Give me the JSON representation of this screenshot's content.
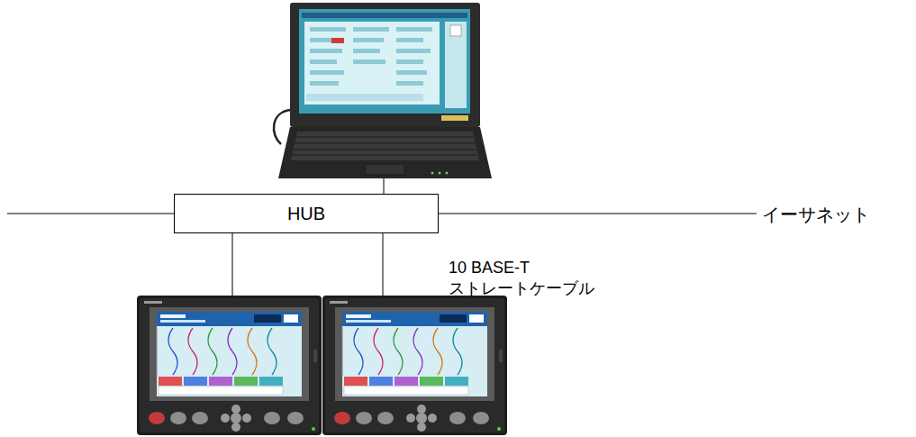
{
  "diagram": {
    "nodes": [
      {
        "text": [
          "HUB"
        ]
      }
    ],
    "labels": [
      "イーサネット",
      "10 BASE-T ストレートケーブル"
    ]
  }
}
